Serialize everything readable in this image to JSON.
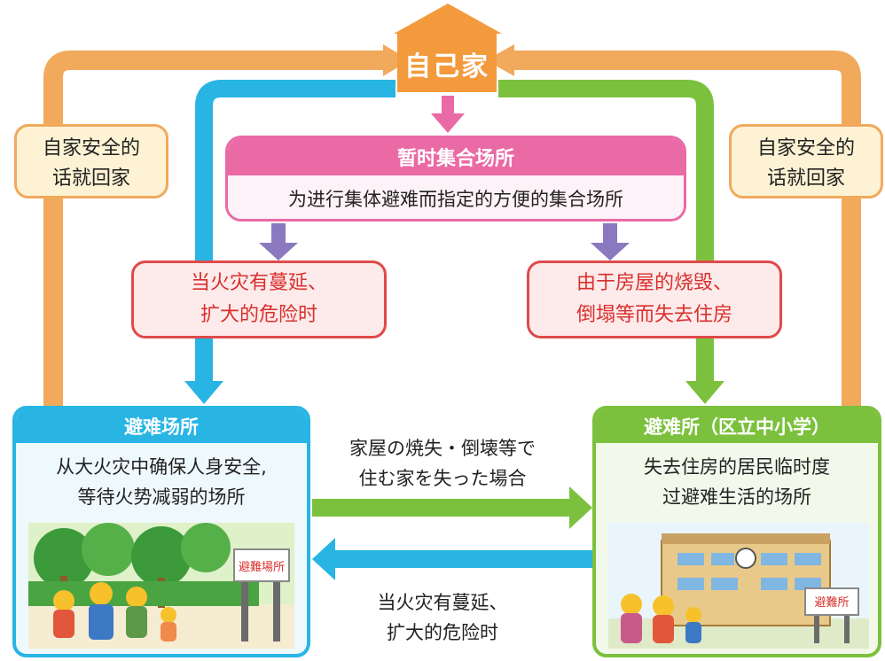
{
  "home": {
    "label": "自己家"
  },
  "return_note_left": {
    "line1": "自家安全的",
    "line2": "话就回家"
  },
  "return_note_right": {
    "line1": "自家安全的",
    "line2": "话就回家"
  },
  "assembly": {
    "title": "暂时集合场所",
    "description": "为进行集体避难而指定的方便的集合场所"
  },
  "condition_left": {
    "line1": "当火灾有蔓延、",
    "line2": "扩大的危险时"
  },
  "condition_right": {
    "line1": "由于房屋的烧毁、",
    "line2": "倒塌等而失去住房"
  },
  "evacuation_area": {
    "title": "避难场所",
    "line1": "从大火灾中确保人身安全,",
    "line2": "等待火势减弱的场所",
    "sign_text": "避難場所"
  },
  "evacuation_center": {
    "title": "避难所（区立中小学）",
    "line1": "失去住房的居民临时度",
    "line2": "过避难生活的场所",
    "sign_text": "避難所"
  },
  "arrow_to_center": {
    "line1": "家屋の焼失・倒壊等で",
    "line2": "住む家を失った場合"
  },
  "arrow_to_area": {
    "line1": "当火灾有蔓延、",
    "line2": "扩大的危险时"
  },
  "colors": {
    "orange": "#f1a95c",
    "home": "#f39a3d",
    "blue": "#28b5e4",
    "green": "#7cc13d",
    "pink": "#ea6aa5",
    "purple": "#8a79be",
    "red": "#e04a4a"
  }
}
